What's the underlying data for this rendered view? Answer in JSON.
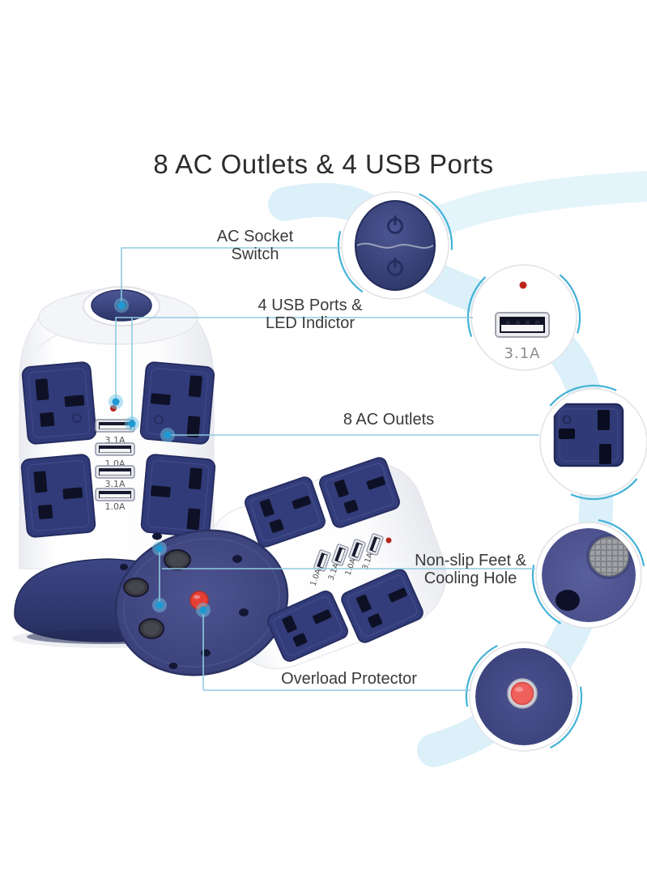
{
  "title": "8 AC Outlets & 4 USB Ports",
  "callouts": {
    "ac_switch": {
      "line1": "AC Socket",
      "line2": "Switch"
    },
    "usb_ports": {
      "line1": "4 USB Ports &",
      "line2": "LED Indictor"
    },
    "ac_outlets": {
      "label": "8 AC Outlets"
    },
    "feet": {
      "line1": "Non-slip Feet &",
      "line2": "Cooling Hole"
    },
    "overload": {
      "label": "Overload Protector"
    }
  },
  "detail_views": {
    "usb_amp_label": "3.1A"
  },
  "tower": {
    "usb_labels": [
      "3.1A",
      "1.0A",
      "3.1A",
      "1.0A"
    ]
  },
  "side_unit": {
    "usb_labels": [
      "1.0A",
      "3.1A",
      "1.0A",
      "3.1A"
    ]
  },
  "colors": {
    "navy": "#323b78",
    "ribbon_blue": "#d9eff9",
    "leader_line": "#8fcbe0",
    "callout_dot": "#1d9ad4",
    "led_red": "#bf2318",
    "button_red": "#e63f35",
    "accent_cyan": "#43b2d6"
  }
}
